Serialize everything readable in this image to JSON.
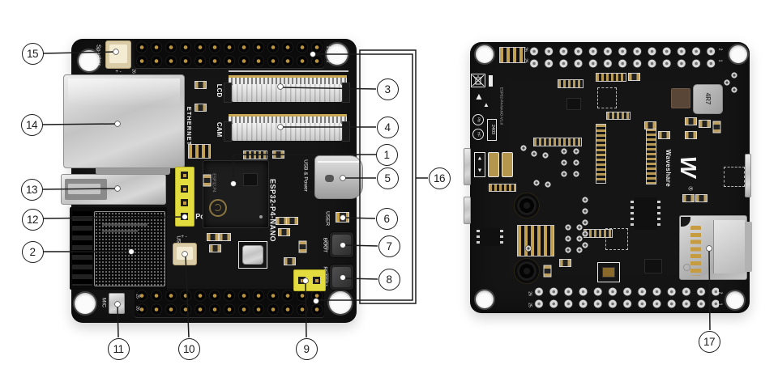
{
  "callouts": [
    "1",
    "2",
    "3",
    "4",
    "5",
    "6",
    "7",
    "8",
    "9",
    "10",
    "11",
    "12",
    "13",
    "14",
    "15",
    "16",
    "17"
  ],
  "front_board": {
    "silkscreen": {
      "speaker": "Speaker",
      "speaker_polarity": "+ -",
      "pin26_top": "26",
      "header_pin1": "1",
      "header_pin2": "2",
      "ethernet": "ETHERNET",
      "lcd": "LCD",
      "cam": "CAM",
      "usb_power": "USB & Power",
      "model": "ESP32-P4-NANO",
      "chip_marking": "ESP32-P4",
      "user": "USER",
      "boot": "BOOT",
      "reset": "RESET1",
      "poe": "PoE",
      "usb": "USB",
      "mic": "MIC",
      "bat_polarity": "+ -",
      "pin25_bottom": "25",
      "pin26_bottom": "26"
    }
  },
  "back_board": {
    "silkscreen": {
      "brand": "Waveshare",
      "brand_w": "W",
      "registered": "®",
      "inductor": "4R7",
      "datecode": "2403",
      "hf": "HF",
      "pb": "Pb",
      "version": "ESP32-P4-NANO-V1.0",
      "pin_tl_26": "26",
      "pin_tl_25": "25",
      "pin_tr_2": "2",
      "pin_tr_1": "1",
      "pin_bl_26": "26",
      "pin_bl_25": "25",
      "pin_br_2": "2",
      "pin_br_1": "1"
    }
  }
}
